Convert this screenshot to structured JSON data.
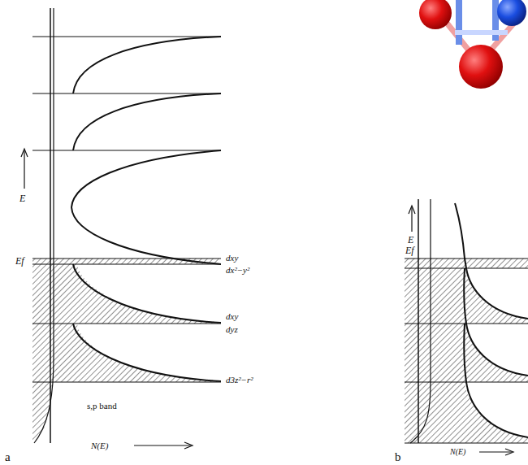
{
  "diagram": {
    "labels": [
      "E",
      "Ef",
      "dxy",
      "dx²−y²",
      "dxy",
      "dyz",
      "d3z²−r²",
      "s,p band",
      "N(E)",
      "a",
      "E",
      "Ef",
      "N(E)",
      "b"
    ]
  }
}
